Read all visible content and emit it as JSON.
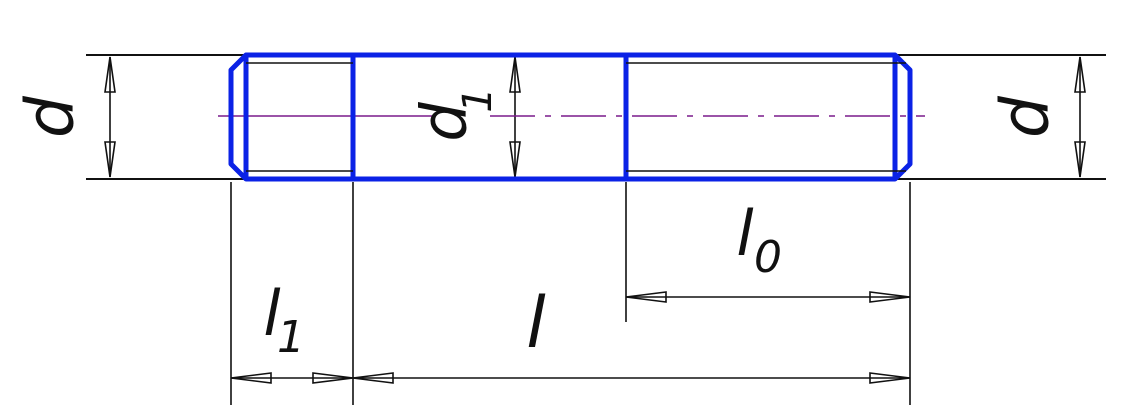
{
  "colors": {
    "part_outline": "#0b22e6",
    "dimension_lines": "#111111",
    "axis_line": "#7a1a8c",
    "background": "#ffffff"
  },
  "labels": {
    "d_left": "d",
    "d_right": "d",
    "d1_main": "d",
    "d1_sub": "1",
    "l0_main": "l",
    "l0_sub": "0",
    "l1_main": "l",
    "l1_sub": "1",
    "l_total": "l"
  }
}
